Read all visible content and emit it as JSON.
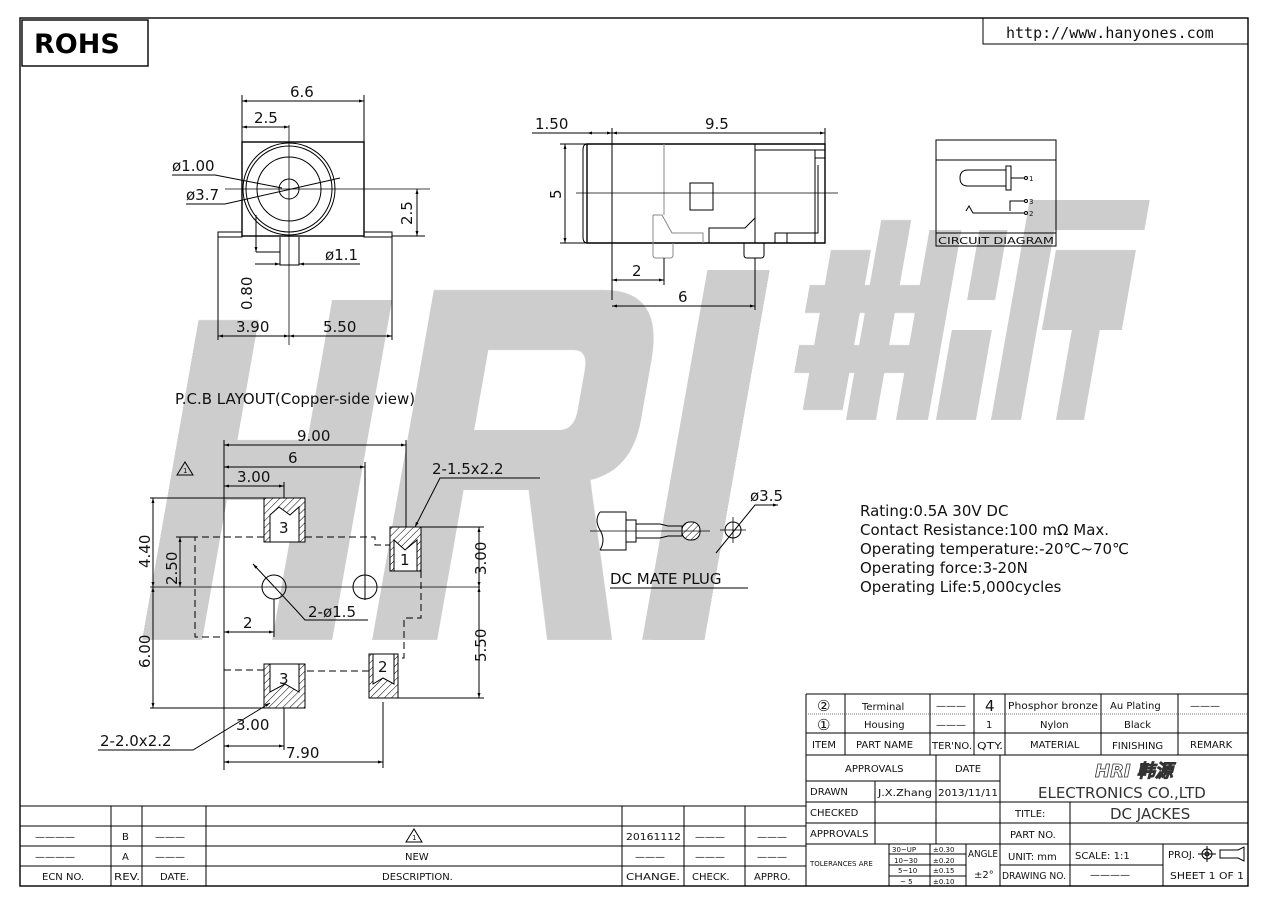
{
  "header": {
    "rohs": "ROHS",
    "url": "http://www.hanyones.com"
  },
  "watermark": {
    "logo_text": "HRI",
    "logo_cn": "韩源"
  },
  "front_view": {
    "dims": {
      "width": "6.6",
      "offset": "2.5",
      "hole": "ø1.00",
      "body_dia": "ø3.7",
      "height": "2.5",
      "pin_dia": "ø1.1",
      "pin_len": "0.80",
      "left": "3.90",
      "right": "5.50"
    }
  },
  "side_view": {
    "dims": {
      "front": "1.50",
      "length": "9.5",
      "height": "5",
      "pin1": "2",
      "pin2": "6"
    }
  },
  "circuit": {
    "label": "CIRCUIT DIAGRAM",
    "pins": [
      "1",
      "3",
      "2"
    ]
  },
  "pcb": {
    "title": "P.C.B LAYOUT(Copper-side view)",
    "rev_mark": "1",
    "dims": {
      "d900": "9.00",
      "d6": "6",
      "d300a": "3.00",
      "slot1": "2-1.5x2.2",
      "d440": "4.40",
      "d250": "2.50",
      "d300r": "3.00",
      "holes": "2-ø1.5",
      "d2": "2",
      "d600": "6.00",
      "d550": "5.50",
      "slot2": "2-2.0x2.2",
      "d300b": "3.00",
      "d790": "7.90"
    },
    "pads": [
      "3",
      "1",
      "3",
      "2"
    ]
  },
  "plug": {
    "label": "DC MATE PLUG",
    "dia": "ø3.5"
  },
  "specs": [
    "Rating:0.5A 30V DC",
    "Contact Resistance:100 mΩ Max.",
    "Operating temperature:-20℃~70℃",
    "Operating force:3-20N",
    "Operating Life:5,000cycles"
  ],
  "bom": {
    "rows": [
      {
        "item": "②",
        "part": "Terminal",
        "ter": "———",
        "qty": "4",
        "material": "Phosphor bronze",
        "finishing": "Au Plating",
        "remark": "———"
      },
      {
        "item": "①",
        "part": "Housing",
        "ter": "———",
        "qty": "1",
        "material": "Nylon",
        "finishing": "Black",
        "remark": ""
      }
    ],
    "headers": {
      "item": "ITEM",
      "part": "PART NAME",
      "ter": "TER'NO.",
      "qty": "QTY.",
      "material": "MATERIAL",
      "finishing": "FINISHING",
      "remark": "REMARK"
    }
  },
  "titleblock": {
    "approvals_h": "APPROVALS",
    "date_h": "DATE",
    "drawn": "DRAWN",
    "drawn_by": "J.X.Zhang",
    "drawn_date": "2013/11/11",
    "checked": "CHECKED",
    "approvals": "APPROVALS",
    "company_logo": "HRI 韩源",
    "company": "ELECTRONICS CO.,LTD",
    "title_label": "TITLE:",
    "title": "DC JACKES",
    "part_no": "PART NO.",
    "tolerances": "TOLERANCES ARE",
    "tol_ranges": [
      "30~UP",
      "10~30",
      "5~10",
      "~ 5"
    ],
    "tol_values": [
      "±0.30",
      "±0.20",
      "±0.15",
      "±0.10"
    ],
    "angle": "ANGLE",
    "angle_tol": "±2°",
    "unit": "UNIT:  mm",
    "scale": "SCALE:   1:1",
    "proj": "PROJ.",
    "drawing_no": "DRAWING NO.",
    "drawing_no_val": "————",
    "sheet": "SHEET   1  OF  1"
  },
  "revisions": {
    "rows": [
      {
        "ecn": "————",
        "rev": "B",
        "date": "———",
        "desc_mark": "1",
        "change": "20161112",
        "check": "———",
        "appro": "———"
      },
      {
        "ecn": "————",
        "rev": "A",
        "date": "———",
        "desc": "NEW",
        "change": "———",
        "check": "———",
        "appro": "———"
      }
    ],
    "headers": {
      "ecn": "ECN  NO.",
      "rev": "REV.",
      "date": "DATE.",
      "desc": "DESCRIPTION.",
      "change": "CHANGE.",
      "check": "CHECK.",
      "appro": "APPRO."
    }
  }
}
